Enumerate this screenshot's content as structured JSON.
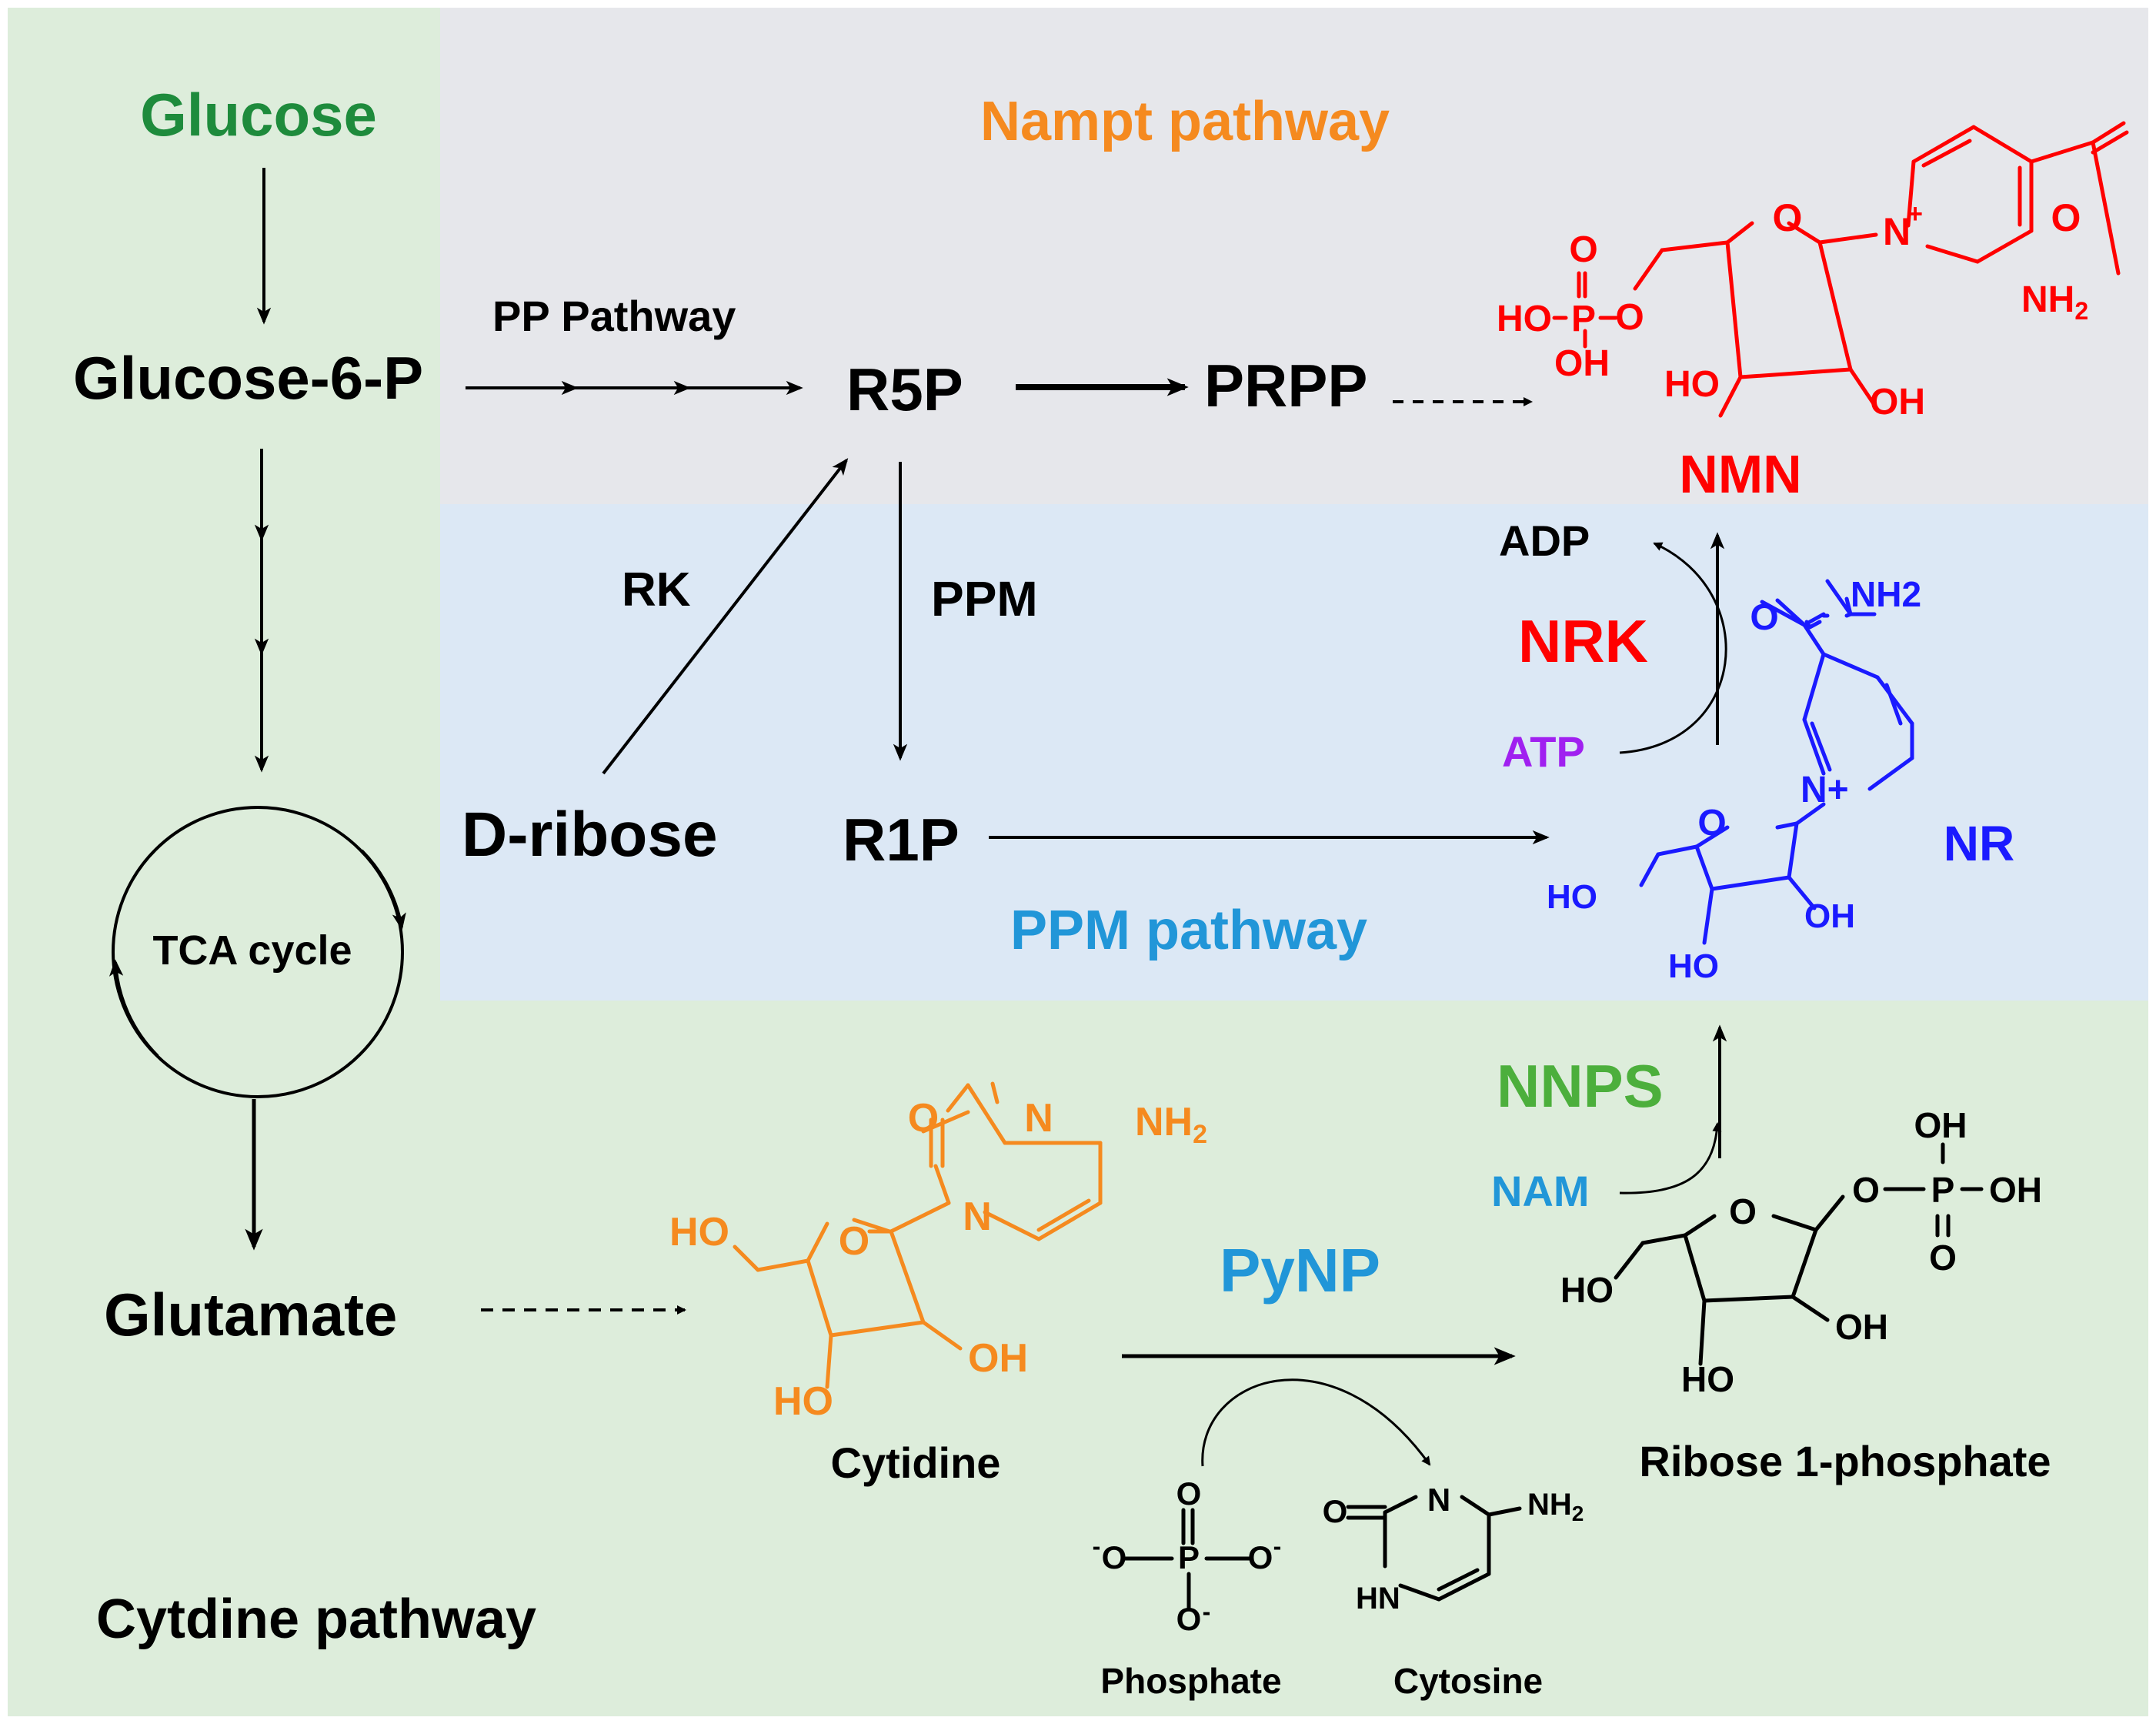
{
  "colors": {
    "green_bg": "#DDEDDB",
    "gray_bg": "#E6E7EB",
    "blue_bg": "#DCE8F5",
    "green_text": "#1E8B3C",
    "nnps_green": "#4CAF3C",
    "orange": "#F58A1F",
    "red": "#FF0000",
    "blue": "#1A1AFF",
    "sky_blue": "#2196D8",
    "purple": "#A020F0",
    "black": "#000000"
  },
  "regions": {
    "nampt_pathway": "Nampt pathway",
    "ppm_pathway": "PPM pathway",
    "cytidine_pathway": "Cytdine pathway"
  },
  "metabolites": {
    "glucose": "Glucose",
    "glucose6p": "Glucose-6-P",
    "r5p": "R5P",
    "prpp": "PRPP",
    "r1p": "R1P",
    "d_ribose": "D-ribose",
    "tca": "TCA cycle",
    "glutamate": "Glutamate",
    "adp": "ADP",
    "atp": "ATP",
    "nam": "NAM"
  },
  "enzymes": {
    "pp_pathway": "PP Pathway",
    "rk": "RK",
    "ppm": "PPM",
    "nrk": "NRK",
    "nnps": "NNPS",
    "pynp": "PyNP"
  },
  "structures": {
    "nmn": {
      "name": "NMN",
      "atoms": {
        "o_ring": "O",
        "n_plus": "N",
        "charge": "+",
        "o_amide": "O",
        "nh2": "NH",
        "nh2_sub": "2",
        "ho_p": "HO",
        "p": "P",
        "o_p_top": "O",
        "o_link": "O",
        "oh_p": "OH",
        "ho_ring": "HO",
        "oh_ring": "OH"
      }
    },
    "nr": {
      "name": "NR",
      "atoms": {
        "nh2": "NH2",
        "o_amide": "O",
        "n_plus": "N+",
        "o_ring": "O",
        "ho_ch2": "HO",
        "oh_right": "OH",
        "ho_bottom": "HO"
      }
    },
    "cytidine": {
      "name": "Cytidine",
      "atoms": {
        "o_carbonyl": "O",
        "n3": "N",
        "nh2": "NH",
        "nh2_sub": "2",
        "n1": "N",
        "ho_ch2": "HO",
        "o_ring": "O",
        "oh_right": "OH",
        "ho_bottom": "HO"
      }
    },
    "ribose1p": {
      "name": "Ribose 1-phosphate",
      "atoms": {
        "oh_top": "OH",
        "o_link": "O",
        "p": "P",
        "oh_right": "OH",
        "o_bottom": "O",
        "o_ring": "O",
        "ho_ch2": "HO",
        "oh_ring": "OH",
        "ho_bottom": "HO"
      }
    },
    "phosphate": {
      "name": "Phosphate",
      "atoms": {
        "o_top": "O",
        "o_left": "O",
        "p": "P",
        "o_right": "O",
        "o_bottom": "O",
        "minus": "-"
      }
    },
    "cytosine": {
      "name": "Cytosine",
      "atoms": {
        "o": "O",
        "n": "N",
        "nh2": "NH",
        "nh2_sub": "2",
        "hn": "HN"
      }
    }
  }
}
